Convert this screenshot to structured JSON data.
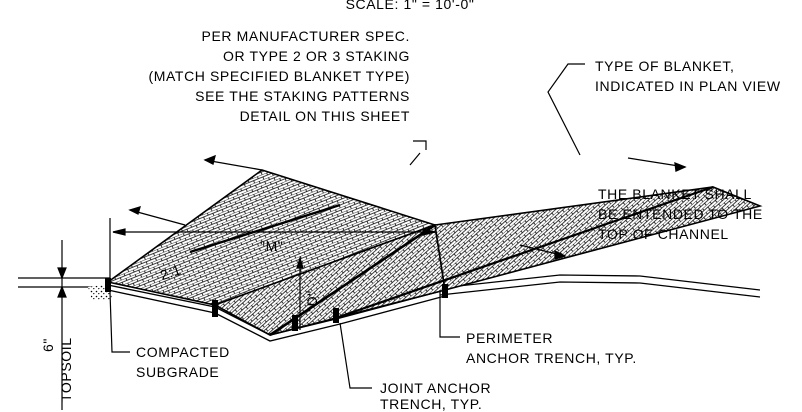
{
  "scale_line": "SCALE:  1\"  =  10'-0\"",
  "callouts": {
    "staking": [
      "PER MANUFACTURER SPEC.",
      "OR TYPE 2 OR 3 STAKING",
      "(MATCH SPECIFIED BLANKET TYPE)",
      "SEE THE STAKING PATTERNS",
      "DETAIL ON THIS SHEET"
    ],
    "blanket_type": [
      "TYPE OF BLANKET,",
      "INDICATED IN PLAN VIEW"
    ],
    "extent": [
      "THE BLANKET SHALL",
      "BE ENTENDED TO THE",
      "TOP OF CHANNEL"
    ],
    "perimeter": [
      "PERIMETER",
      "ANCHOR TRENCH, TYP."
    ],
    "subgrade": [
      "COMPACTED",
      "SUBGRADE"
    ],
    "joint": [
      "JOINT ANCHOR",
      "TRENCH, TYP."
    ]
  },
  "dimensions": {
    "width_label": "\"M\"",
    "slope_label": "2:1",
    "depth_label": "\"D\"",
    "topsoil_depth": "6\"",
    "topsoil_label": "TOPSOIL"
  },
  "colors": {
    "ink": "#000000",
    "paper": "#ffffff"
  }
}
